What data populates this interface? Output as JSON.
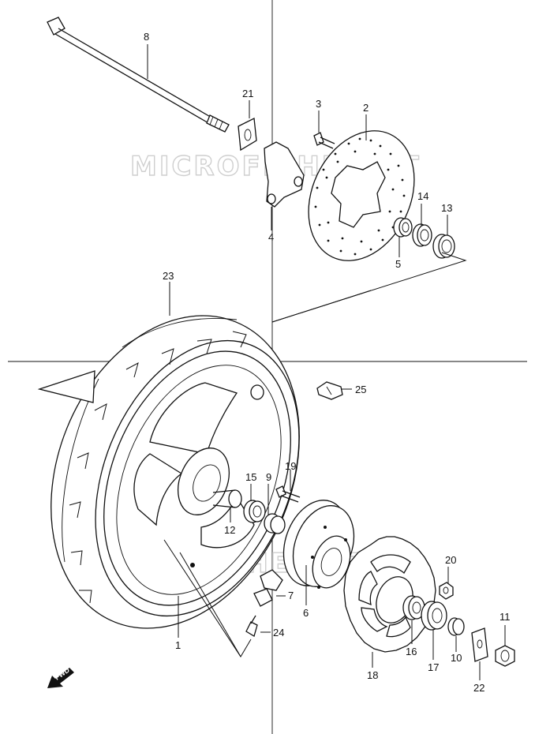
{
  "watermark": "MICROFICHE.NET",
  "fwd_label": "FWD",
  "parts": {
    "p1": "1",
    "p2": "2",
    "p3": "3",
    "p4": "4",
    "p5": "5",
    "p6": "6",
    "p7": "7",
    "p8": "8",
    "p9": "9",
    "p10": "10",
    "p11": "11",
    "p12": "12",
    "p13": "13",
    "p14": "14",
    "p15": "15",
    "p16": "16",
    "p17": "17",
    "p18": "18",
    "p19": "19",
    "p20": "20",
    "p21": "21",
    "p22": "22",
    "p23": "23",
    "p24": "24",
    "p25": "25"
  }
}
